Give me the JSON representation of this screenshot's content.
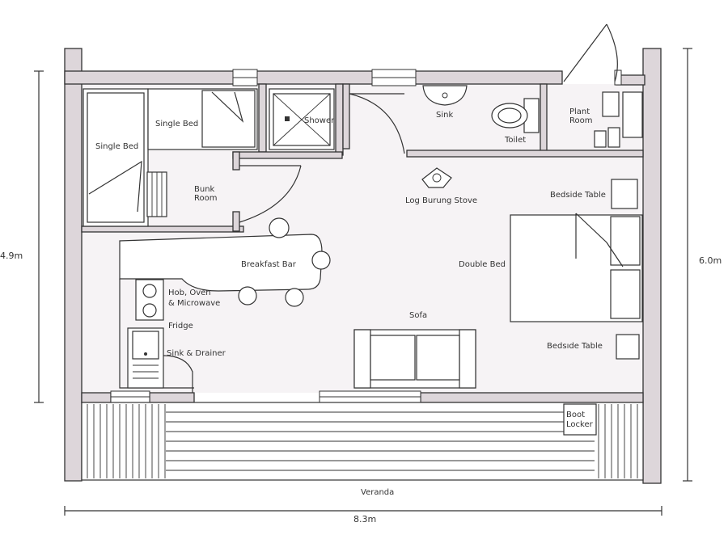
{
  "labels": {
    "single_bed_top": "Single Bed",
    "single_bed_left": "Single Bed",
    "shower": "Shower",
    "sink_bath": "Sink",
    "toilet": "Toilet",
    "plant_room_1": "Plant",
    "plant_room_2": "Room",
    "bunk_room_1": "Bunk",
    "bunk_room_2": "Room",
    "log_burning_stove": "Log Burung Stove",
    "bedside_table_top": "Bedside Table",
    "double_bed": "Double Bed",
    "breakfast_bar": "Breakfast Bar",
    "hob_1": "Hob, Oven",
    "hob_2": "& Microwave",
    "fridge": "Fridge",
    "sink_drainer": "Sink & Drainer",
    "sofa": "Sofa",
    "bedside_table_bottom": "Bedsıde Table",
    "boot_locker_1": "Boot",
    "boot_locker_2": "Locker",
    "veranda": "Veranda"
  },
  "dimensions": {
    "height_left": "4.9m",
    "height_right": "6.0m",
    "width_bottom": "8.3m"
  }
}
